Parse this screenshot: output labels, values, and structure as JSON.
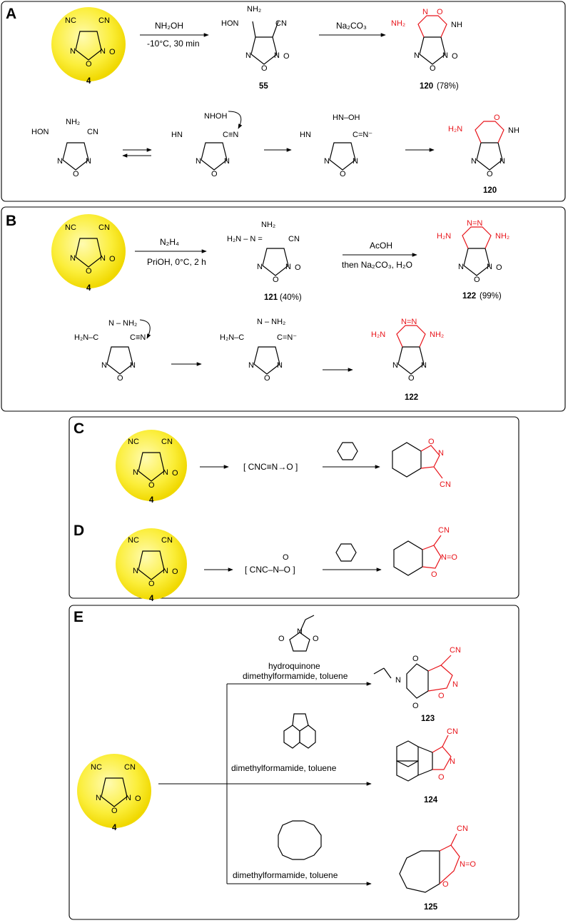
{
  "panels": {
    "A": {
      "letter": "A",
      "reactant": "4",
      "step1": {
        "reagent": "NH₂OH",
        "conditions": "-10°C, 30 min"
      },
      "intermediate": {
        "id": "55"
      },
      "step2": {
        "reagent": "Na₂CO₃"
      },
      "product": {
        "id": "120",
        "yield": "(78%)"
      },
      "mechanism_product": "120"
    },
    "B": {
      "letter": "B",
      "reactant": "4",
      "step1": {
        "reagent": "N₂H₄",
        "conditions": "PriOH, 0°C, 2 h"
      },
      "intermediate": {
        "id": "121",
        "yield": "(40%)"
      },
      "step2": {
        "reagent": "AcOH",
        "conditions": "then Na₂CO₃, H₂O"
      },
      "product": {
        "id": "122",
        "yield": "(99%)"
      },
      "mechanism_product": "122"
    },
    "C": {
      "letter": "C",
      "reactant": "4",
      "intermediate": "CNC≡N→O"
    },
    "D": {
      "letter": "D",
      "reactant": "4",
      "intermediate": "CNC–N–O"
    },
    "E": {
      "letter": "E",
      "reactant": "4",
      "branches": [
        {
          "reagent": "hydroquinone",
          "conditions": "dimethylformamide, toluene",
          "product": "123"
        },
        {
          "conditions": "dimethylformamide, toluene",
          "product": "124"
        },
        {
          "conditions": "dimethylformamide, toluene",
          "product": "125"
        }
      ]
    }
  },
  "atoms": {
    "cn": "CN",
    "nc": "NC",
    "n": "N",
    "o": "O",
    "nh2": "NH₂",
    "h2n": "H₂N",
    "nh": "NH",
    "hon": "HON",
    "hn": "HN",
    "nhoh": "NHOH",
    "hn_oh": "HN–OH",
    "h2n_n": "H₂N – N =",
    "n_nh2": "N – NH₂",
    "nn": "N=N",
    "no": "N–O",
    "n_o": "N=O"
  },
  "colors": {
    "highlight": "#e8141a",
    "circle_core": "#fff9a0",
    "circle_edge": "#f3de00"
  }
}
